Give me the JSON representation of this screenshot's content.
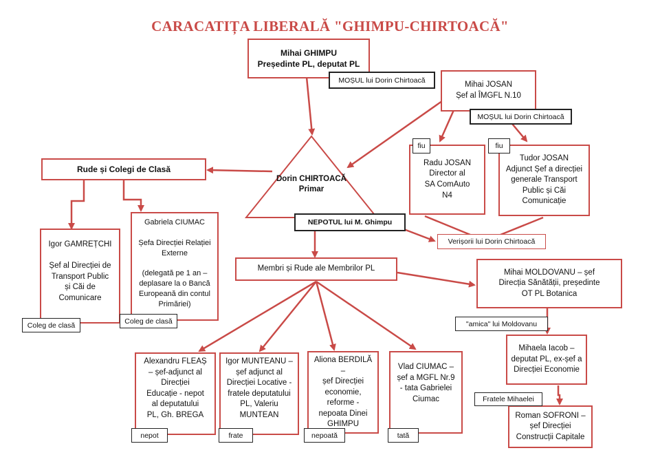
{
  "title": "CARACATIȚA LIBERALĂ \"GHIMPU-CHIRTOACĂ\"",
  "colors": {
    "accent": "#c94a47",
    "tag_border": "#222222"
  },
  "nodes": {
    "ghimpu": "Mihai GHIMPU\nPreședinte PL, deputat PL",
    "chirtoaca": "Dorin CHIRTOACĂ\nPrimar",
    "josan_mihai": "Mihai JOSAN\nȘef al ÎMGFL N.10",
    "rude": "Rude și Colegi de Clasă",
    "radu_josan": "Radu JOSAN\nDirector al\nSA ComAuto\nN4",
    "tudor_josan": "Tudor JOSAN\nAdjunct Șef a direcției\ngenerale Transport\nPublic și Căi\nComunicație",
    "gamretchi": "Igor GAMREȚCHI\n\nȘef al Direcției de\nTransport Public\nși Căi de\nComunicare",
    "ciumac_gabriela": "Gabriela CIUMAC\n\nȘefa Direcției Relației\nExterne\n\n(delegată pe 1 an –\ndeplasare la o Bancă\nEuropeană din contul\nPrimăriei)",
    "membri": "Membri și Rude ale Membrilor PL",
    "moldovanu": "Mihai MOLDOVANU – șef\nDirecția Sănătății, președinte\nOT PL Botanica",
    "iacob": "Mihaela Iacob –\ndeputat PL, ex-șef a\nDirecției Economie",
    "sofroni": "Roman SOFRONI –\nșef Direcției\nConstrucții Capitale",
    "fleas": "Alexandru FLEAȘ\n– șef-adjunct al\nDirecției\nEducație - nepot\nal deputatului\nPL, Gh. BREGA",
    "munteanu": "Igor MUNTEANU –\nșef adjunct al\nDirecției Locative -\nfratele deputatului\nPL, Valeriu\nMUNTEAN",
    "berdila": "Aliona BERDILĂ –\nșef Direcției\neconomie,\nreforme -\nnepoata Dinei\nGHIMPU",
    "vlad_ciumac": "Vlad CIUMAC –\nșef a MGFL Nr.9\n- tata Gabrielei\nCiumac"
  },
  "tags": {
    "mosul1": "MOȘUL lui Dorin Chirtoacă",
    "mosul2": "MOȘUL lui Dorin Chirtoacă",
    "fiu1": "fiu",
    "fiu2": "fiu",
    "nepotul": "NEPOTUL lui M. Ghimpu",
    "verisorii": "Verișorii lui Dorin Chirtoacă",
    "coleg1": "Coleg de clasă",
    "coleg2": "Coleg de clasă",
    "amica": "\"amica\" lui Moldovanu",
    "fratele": "Fratele Mihaelei",
    "nepot": "nepot",
    "frate": "frate",
    "nepoata": "nepoată",
    "tata": "tată"
  }
}
